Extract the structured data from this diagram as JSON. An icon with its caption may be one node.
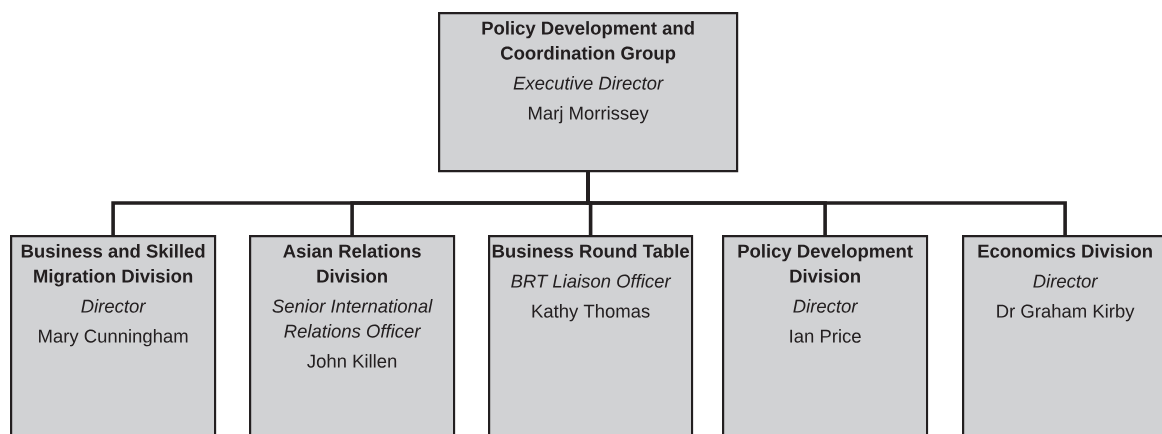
{
  "diagram": {
    "nodes": [
      {
        "text": [
          "Policy Development and Coordination Group",
          "Executive Director",
          "Marj Morrissey"
        ]
      },
      {
        "text": [
          "Business and Skilled Migration Division",
          "Director",
          "Mary Cunningham"
        ]
      },
      {
        "text": [
          "Asian Relations Division",
          "Senior International Relations Officer",
          "John Killen"
        ]
      },
      {
        "text": [
          "Business Round Table",
          "BRT Liaison Officer",
          "Kathy Thomas"
        ]
      },
      {
        "text": [
          "Policy Development Division",
          "Director",
          "Ian Price"
        ]
      },
      {
        "text": [
          "Economics Division",
          "Director",
          "Dr Graham Kirby"
        ]
      }
    ],
    "edges": [
      {
        "from": 0,
        "to": 1,
        "arrow": "none"
      },
      {
        "from": 0,
        "to": 2,
        "arrow": "none"
      },
      {
        "from": 0,
        "to": 3,
        "arrow": "none"
      },
      {
        "from": 0,
        "to": 4,
        "arrow": "none"
      },
      {
        "from": 0,
        "to": 5,
        "arrow": "none"
      }
    ]
  }
}
